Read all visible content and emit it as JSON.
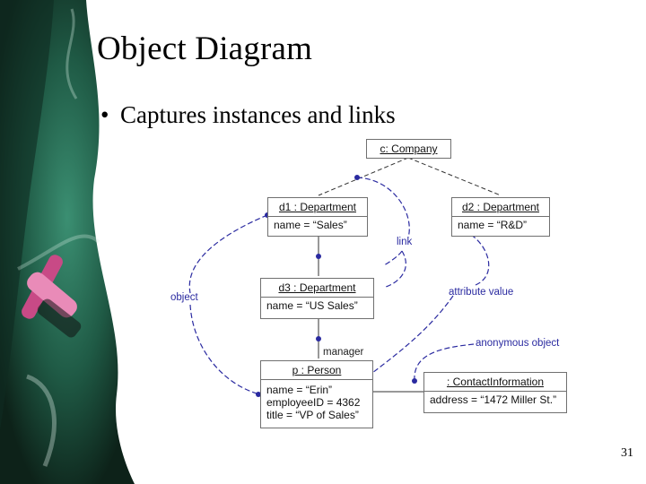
{
  "slide": {
    "title": "Object Diagram",
    "bullet": "Captures instances and links",
    "page_number": "31"
  },
  "diagram": {
    "objects": {
      "company": {
        "header": "c: Company"
      },
      "d1": {
        "header": "d1 : Department",
        "attributes": [
          "name = “Sales”"
        ]
      },
      "d2": {
        "header": "d2 : Department",
        "attributes": [
          "name = “R&D”"
        ]
      },
      "d3": {
        "header": "d3 : Department",
        "attributes": [
          "name = “US Sales”"
        ]
      },
      "person": {
        "header": "p : Person",
        "attributes": [
          "name = “Erin”",
          "employeeID = 4362",
          "title = “VP of Sales”"
        ]
      },
      "contact": {
        "header": ": ContactInformation",
        "attributes": [
          "address = “1472 Miller St.”"
        ]
      }
    },
    "annotations": {
      "link": "link",
      "object": "object",
      "attribute_value": "attribute value",
      "anonymous_object": "anonymous object",
      "manager": "manager"
    },
    "colors": {
      "annotation": "#2a2aa0",
      "box_border": "#707070"
    }
  }
}
